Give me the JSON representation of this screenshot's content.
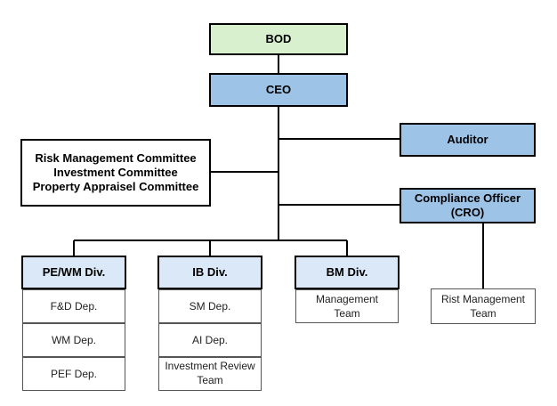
{
  "colors": {
    "green": "#d9f0cf",
    "blue": "#9dc3e6",
    "light_blue": "#dbe8f7",
    "line": "#000000"
  },
  "bod": {
    "label": "BOD"
  },
  "ceo": {
    "label": "CEO"
  },
  "auditor": {
    "label": "Auditor"
  },
  "committees": {
    "lines": [
      "Risk Management Committee",
      "Investment Committee",
      "Property Appraisel Committee"
    ]
  },
  "compliance": {
    "lines": [
      "Compliance Officer",
      "(CRO)"
    ]
  },
  "divisions": [
    {
      "label": "PE/WM Div.",
      "teams": [
        "F&D Dep.",
        "WM Dep.",
        "PEF Dep."
      ]
    },
    {
      "label": "IB Div.",
      "teams": [
        "SM Dep.",
        "AI Dep.",
        "Investment Review Team"
      ]
    },
    {
      "label": "BM Div.",
      "teams": [
        "Management Team"
      ]
    }
  ],
  "risk_team": {
    "lines": [
      "Rist Management",
      "Team"
    ]
  },
  "investment_review_lines": [
    "Investment Review",
    "Team"
  ],
  "management_team_lines": [
    "Management",
    "Team"
  ]
}
